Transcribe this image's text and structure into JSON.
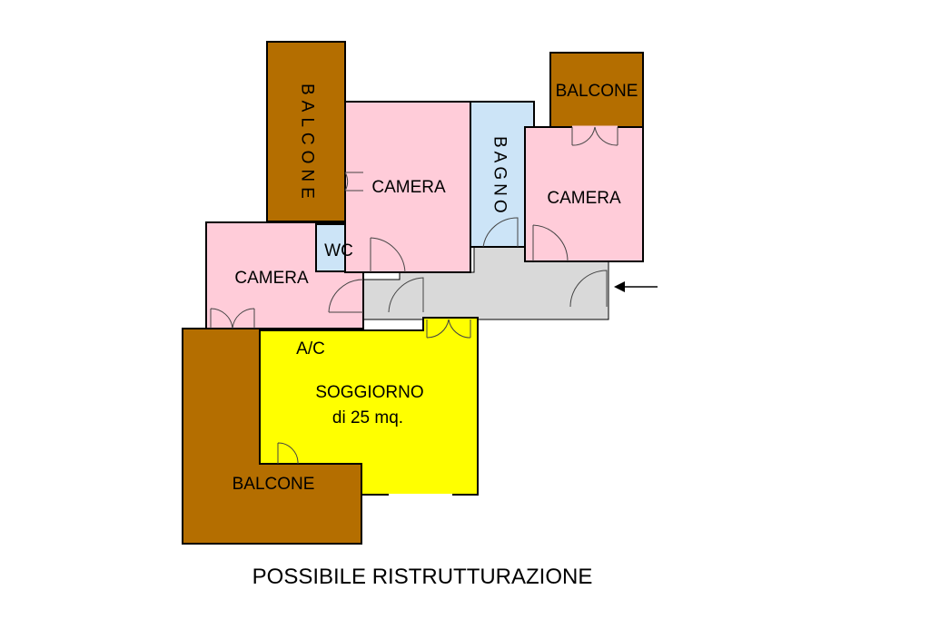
{
  "colors": {
    "balcony": "#b46e00",
    "bedroom": "#ffccd9",
    "bathroom": "#cce4f7",
    "living": "#ffff00",
    "corridor": "#d9d9d9",
    "wall": "#000000"
  },
  "rooms": {
    "balcone_top_left": "BALCONE",
    "balcone_top_right": "BALCONE",
    "balcone_bottom": "BALCONE",
    "camera_center": "CAMERA",
    "camera_right": "CAMERA",
    "camera_left": "CAMERA",
    "bagno": "BAGNO",
    "wc": "WC",
    "soggiorno": "SOGGIORNO",
    "soggiorno_area": "di 25 mq.",
    "ac": "A/C"
  },
  "caption": "POSSIBILE RISTRUTTURAZIONE",
  "entrance_arrow_icon": "arrow-left-icon"
}
